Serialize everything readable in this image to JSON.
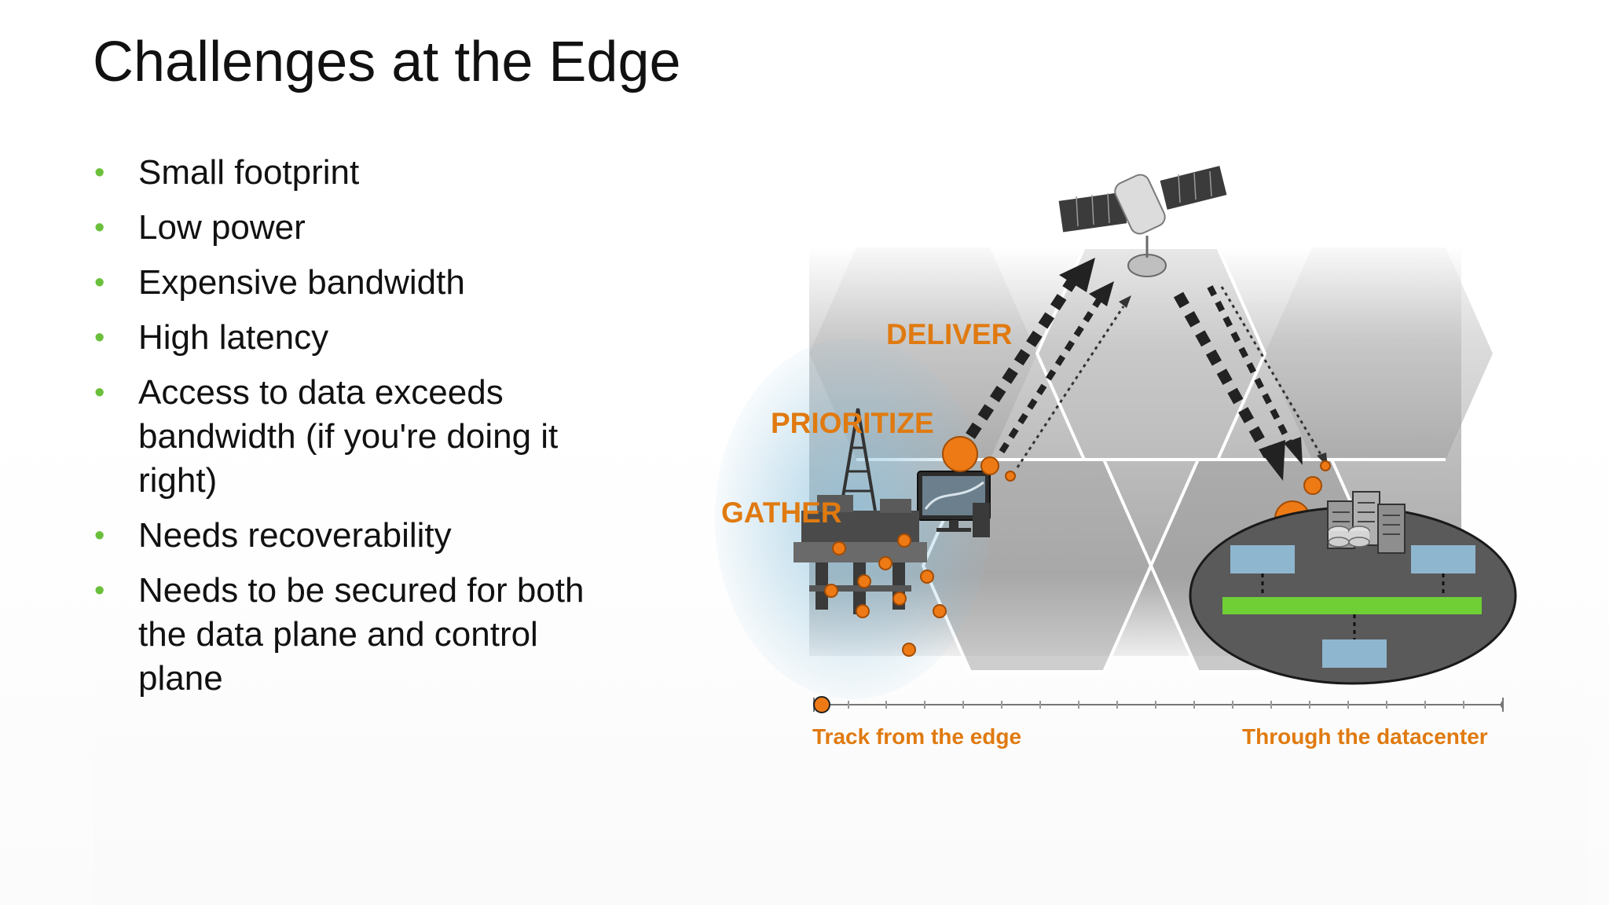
{
  "slide": {
    "title": "Challenges at the Edge",
    "bullets": [
      "Small footprint",
      "Low power",
      "Expensive bandwidth",
      "High latency",
      "Access to data exceeds bandwidth (if you're doing it right)",
      "Needs recoverability",
      "Needs to be secured for both the data plane and control plane"
    ]
  },
  "diagram": {
    "labels": {
      "deliver": "DELIVER",
      "prioritize": "PRIORITIZE",
      "gather": "GATHER"
    },
    "timeline": {
      "start_label": "Track from the edge",
      "end_label": "Through the datacenter"
    },
    "icons": [
      "satellite-icon",
      "oil-rig-icon",
      "computer-monitor-icon",
      "server-rack-icon",
      "database-icon"
    ]
  },
  "colors": {
    "accent_orange": "#e07a10",
    "bullet_green": "#6abf3b",
    "bus_green": "#6fcf35",
    "node_blue": "#8fb6cf",
    "hex_gray": "#b8b8b8"
  }
}
